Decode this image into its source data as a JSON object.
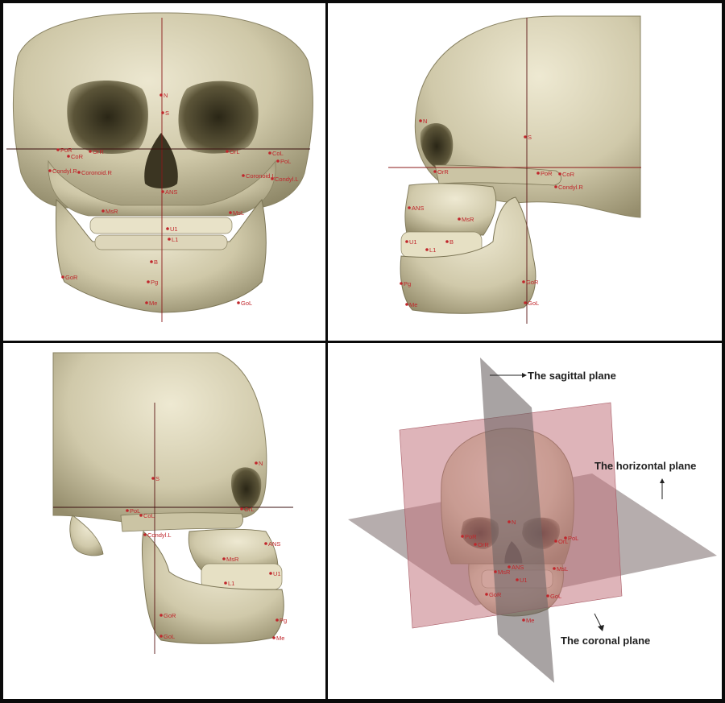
{
  "colors": {
    "background": "#ffffff",
    "frame": "#0a0a0a",
    "bone": "#d8d2b8",
    "bone_shadow": "#8f8868",
    "bone_dark": "#3f3a26",
    "landmark": "#c0262b",
    "crosshair": "#8b1a1a",
    "sagittal_plane": "#6e6666",
    "coronal_plane": "#c27780",
    "horizontal_plane": "#7a6a6a"
  },
  "panels": {
    "frontal": {
      "landmarks": [
        "N",
        "S",
        "OrR",
        "OrL",
        "PoR",
        "CoR",
        "CoL",
        "PoL",
        "Condyl.R",
        "Coronoid.R",
        "Condyl.L",
        "Coronoid.L",
        "ANS",
        "MsR",
        "MsL",
        "U1",
        "L1",
        "B",
        "Pg",
        "Me",
        "GoR",
        "GoL"
      ]
    },
    "lateral_left": {
      "landmarks": [
        "N",
        "S",
        "OrR",
        "PoR",
        "CoR",
        "Condyl.R",
        "ANS",
        "MsR",
        "U1",
        "L1",
        "B",
        "Pg",
        "Me",
        "GoR",
        "GoL"
      ]
    },
    "lateral_right": {
      "landmarks": [
        "N",
        "S",
        "OrL",
        "PoL",
        "CoL",
        "Condyl.L",
        "ANS",
        "MsR",
        "U1",
        "L1",
        "Pg",
        "Me",
        "GoR",
        "GoL"
      ]
    },
    "planes": {
      "labels": {
        "sagittal": "The sagittal plane",
        "horizontal": "The horizontal plane",
        "coronal": "The coronal plane"
      },
      "landmarks": [
        "N",
        "OrR",
        "OrL",
        "PoR",
        "PoL",
        "ANS",
        "MsR",
        "MsL",
        "U1",
        "GoR",
        "GoL",
        "Me"
      ]
    }
  }
}
